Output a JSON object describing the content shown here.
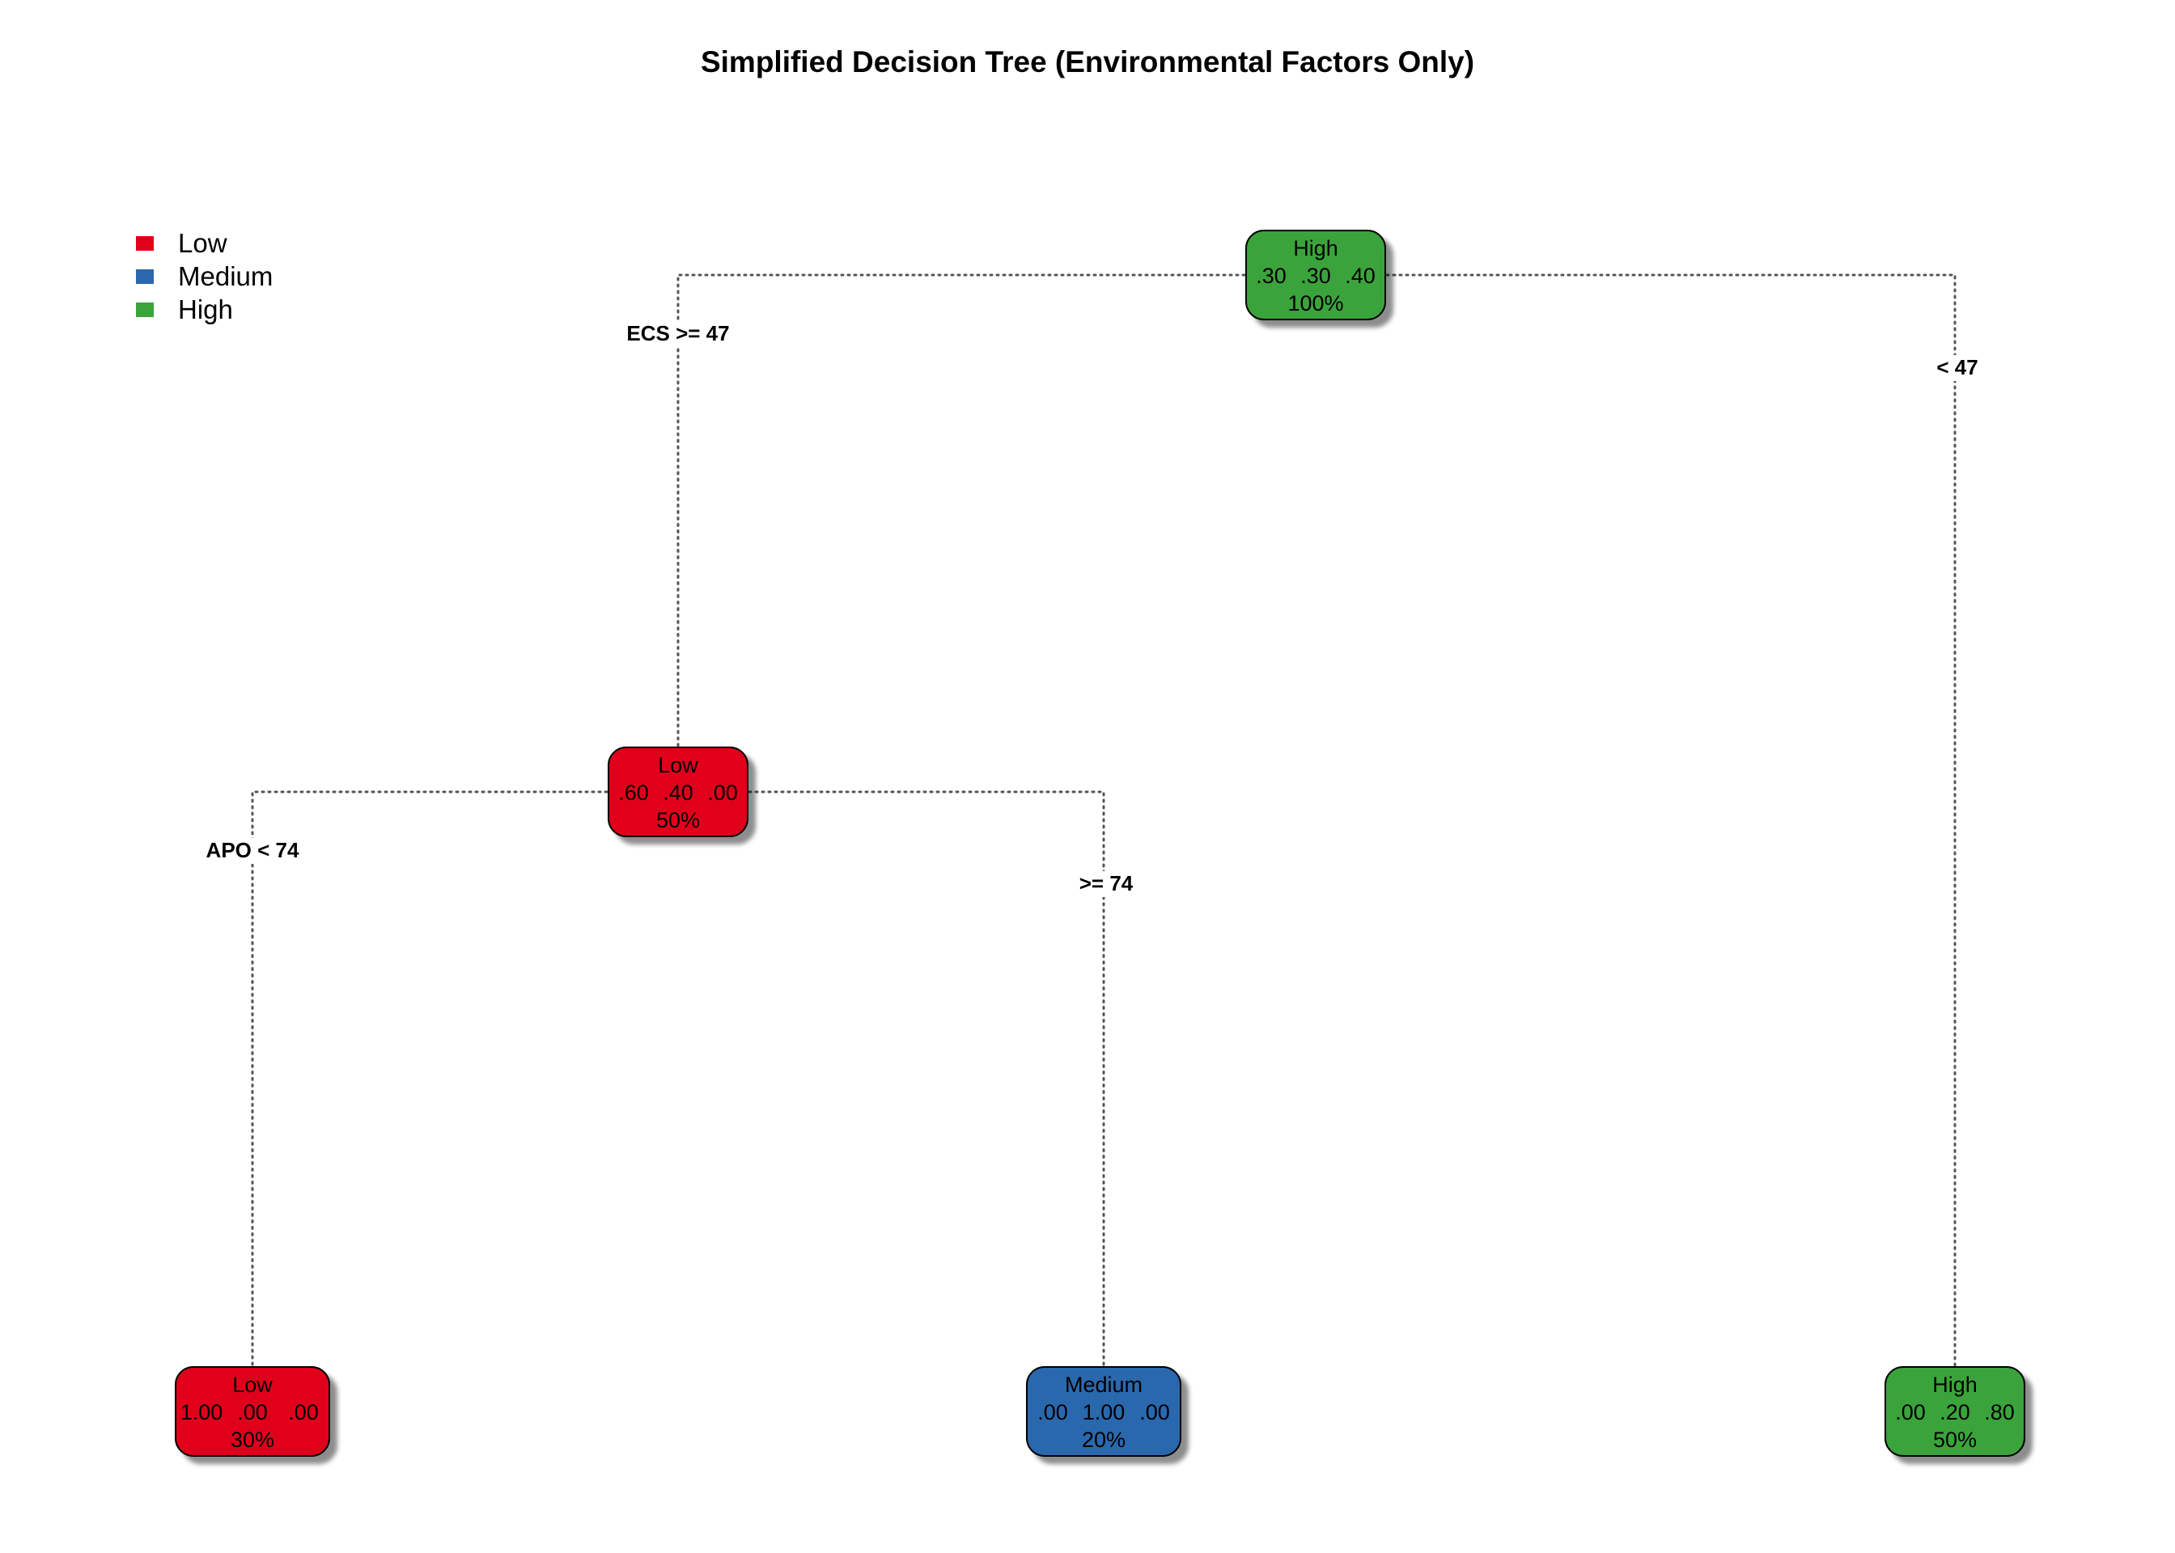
{
  "title": "Simplified Decision Tree (Environmental Factors Only)",
  "colors": {
    "low": "#e0001b",
    "medium": "#2b67ad",
    "high": "#3aa33a",
    "edge": "#555555"
  },
  "legend": [
    {
      "label": "Low",
      "color_key": "low"
    },
    {
      "label": "Medium",
      "color_key": "medium"
    },
    {
      "label": "High",
      "color_key": "high"
    }
  ],
  "tree": {
    "nodes": [
      {
        "id": "root",
        "class": "High",
        "color_key": "high",
        "probs": [
          ".30",
          ".30",
          ".40"
        ],
        "pct": "100%"
      },
      {
        "id": "left",
        "class": "Low",
        "color_key": "low",
        "probs": [
          ".60",
          ".40",
          ".00"
        ],
        "pct": "50%"
      },
      {
        "id": "leaf1",
        "class": "Low",
        "color_key": "low",
        "probs": [
          "1.00",
          ".00",
          ".00"
        ],
        "pct": "30%"
      },
      {
        "id": "leaf2",
        "class": "Medium",
        "color_key": "medium",
        "probs": [
          ".00",
          "1.00",
          ".00"
        ],
        "pct": "20%"
      },
      {
        "id": "leaf3",
        "class": "High",
        "color_key": "high",
        "probs": [
          ".00",
          ".20",
          ".80"
        ],
        "pct": "50%"
      }
    ],
    "edges": [
      {
        "from": "root",
        "to": "left",
        "label": "ECS >= 47"
      },
      {
        "from": "root",
        "to": "leaf3",
        "label": "< 47"
      },
      {
        "from": "left",
        "to": "leaf1",
        "label": "APO < 74"
      },
      {
        "from": "left",
        "to": "leaf2",
        "label": ">= 74"
      }
    ]
  }
}
